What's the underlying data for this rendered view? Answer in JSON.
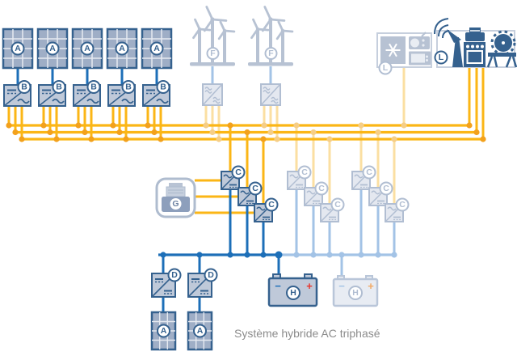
{
  "title": "Système hybride AC triphasé",
  "labels": {
    "pv_array": "A",
    "pv_inverter": "B",
    "battery_inverter": "C",
    "charge_controller": "D",
    "wind_turbine": "F",
    "generator": "G",
    "battery": "H",
    "load_group": "L"
  },
  "battery": {
    "minus": "−",
    "plus": "+"
  },
  "colors": {
    "ac": "#FBB616",
    "ac_dot": "#F3A11C",
    "ac_faded": "#FBDFA2",
    "ac_faded_dot": "#F6CE86",
    "dc": "#1D6FB8",
    "dc_faded": "#A3C3E6",
    "navy": "#35618E",
    "steel": "#BFC9D9",
    "steel_light": "#E4E8F0",
    "border_light": "#B1BED2",
    "turbine": "#B7C2D3",
    "comm": "#70B244",
    "text_gray": "#8C8C8C",
    "battery_plus": "#E8352C",
    "battery_plus_faded": "#F2A964"
  }
}
